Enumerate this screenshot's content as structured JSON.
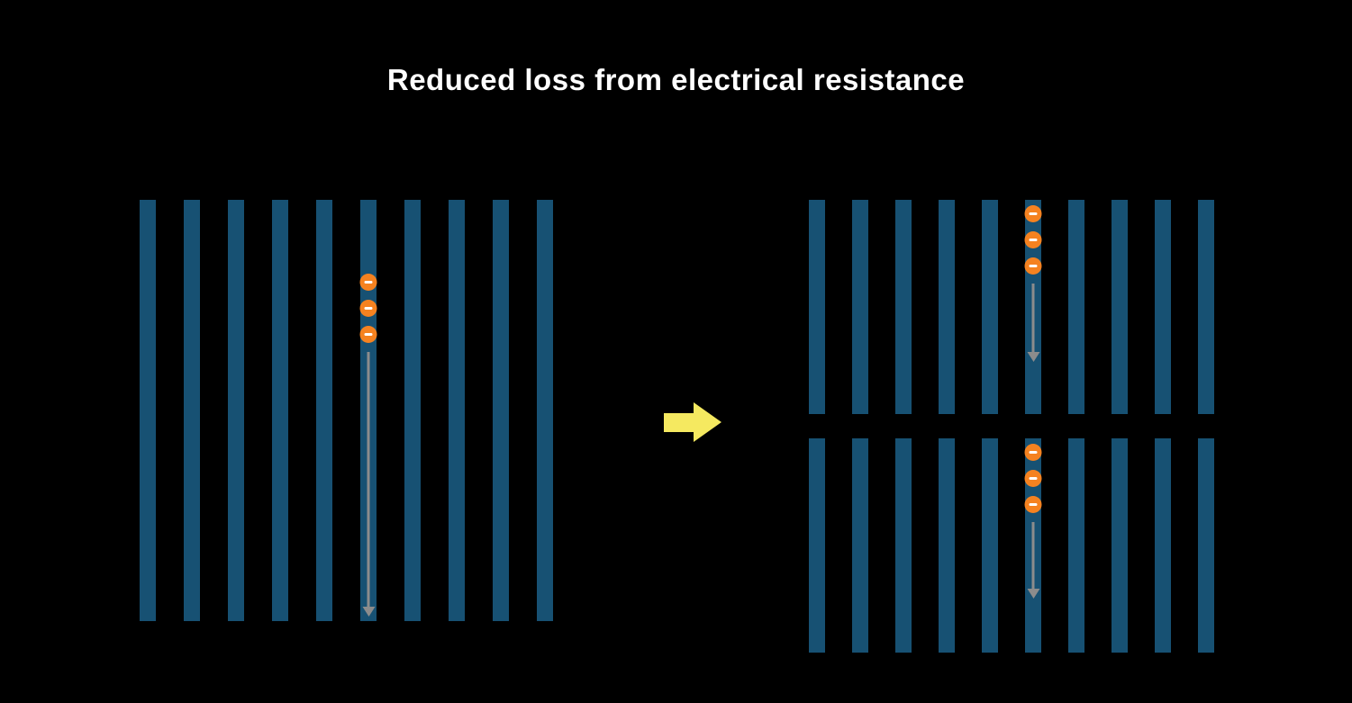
{
  "title": "Reduced loss from electrical resistance",
  "colors": {
    "background": "#000000",
    "bar": "#175173",
    "electron": "#f58220",
    "electron_symbol": "#ffffff",
    "flow_arrow": "#8c8c8c",
    "transition_arrow": "#f5e960",
    "title_text": "#ffffff"
  },
  "diagram": {
    "full_cell": {
      "bars": 10,
      "electron_bar_index": 6,
      "electrons": 3
    },
    "half_cells": [
      {
        "bars": 10,
        "electron_bar_index": 6,
        "electrons": 3
      },
      {
        "bars": 10,
        "electron_bar_index": 6,
        "electrons": 3
      }
    ]
  }
}
